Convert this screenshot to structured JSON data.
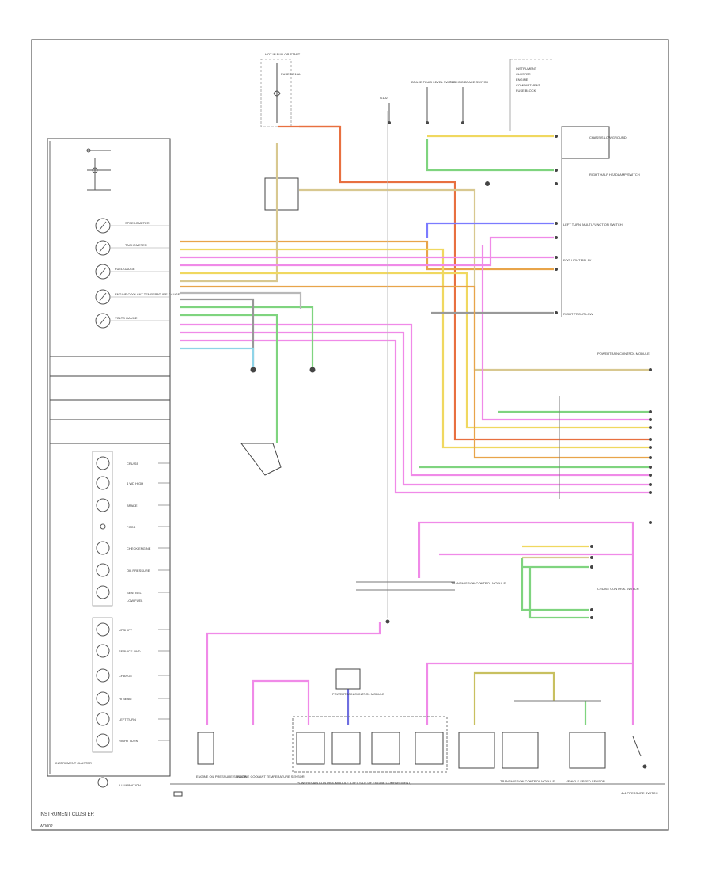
{
  "page": {
    "footer_label": "INSTRUMENT CLUSTER",
    "corner_label": "WD002"
  },
  "top": {
    "fuse_box_label": "HOT IN RUN OR START",
    "fuse_label": "FUSE 12 15A",
    "main_block_labels": [
      "INSTRUMENT",
      "CLUSTER",
      "ENGINE",
      "COMPARTMENT",
      "FUSE BLOCK"
    ],
    "brake_switch_label": "BRAKE FLUID LEVEL SWITCH",
    "parking_brake_label": "PARKING BRAKE SWITCH",
    "ground_label": "G102"
  },
  "colors": {
    "orange": "#e8a44a",
    "yellow": "#f0d860",
    "green": "#7fd47f",
    "pink": "#f08ae8",
    "blue": "#7b7bff",
    "red": "#e87040",
    "tan": "#d8c890",
    "gray": "#b8b8b8",
    "dark": "#777777"
  },
  "cluster": {
    "label": "INSTRUMENT CLUSTER",
    "gauges": [
      "SPEEDOMETER",
      "TACHOMETER",
      "FUEL GAUGE",
      "ENGINE COOLANT TEMPERATURE GAUGE",
      "VOLTS GAUGE"
    ],
    "indicators": [
      "CRUISE",
      "4 WD HIGH",
      "BRAKE",
      "FOGS",
      "CHECK ENGINE",
      "OIL PRESSURE",
      "SEAT BELT",
      "LOW FUEL"
    ],
    "lower_lamps": [
      "UPSHIFT",
      "SERVICE 4WD",
      "CHARGE",
      "HI BEAM",
      "LEFT TURN",
      "RIGHT TURN"
    ],
    "bottom_label": "ILLUMINATION"
  },
  "right_side": {
    "labels": [
      "CHASSIS LOW GROUND",
      "RIGHT HALF HEADLAMP SWITCH",
      "LEFT TURN/ MULTI-FUNCTION SWITCH",
      "FOG LIGHT RELAY",
      "RIGHT FRONT LOW",
      "POWERTRAIN CONTROL MODULE",
      "TRANSMISSION CONTROL MODULE",
      "CRUISE CONTROL SWITCH"
    ]
  },
  "bottom": {
    "modules": [
      "ENGINE OIL PRESSURE SENSOR",
      "ENGINE COOLANT TEMPERATURE SENSOR",
      "POWERTRAIN CONTROL MODULE",
      "TRANSMISSION CONTROL MODULE",
      "VEHICLE SPEED SENSOR",
      "4x4 PRESSURE SWITCH"
    ],
    "pcm_label": "POWERTRAIN CONTROL MODULE (LEFT SIDE OF ENGINE COMPARTMENT)"
  }
}
